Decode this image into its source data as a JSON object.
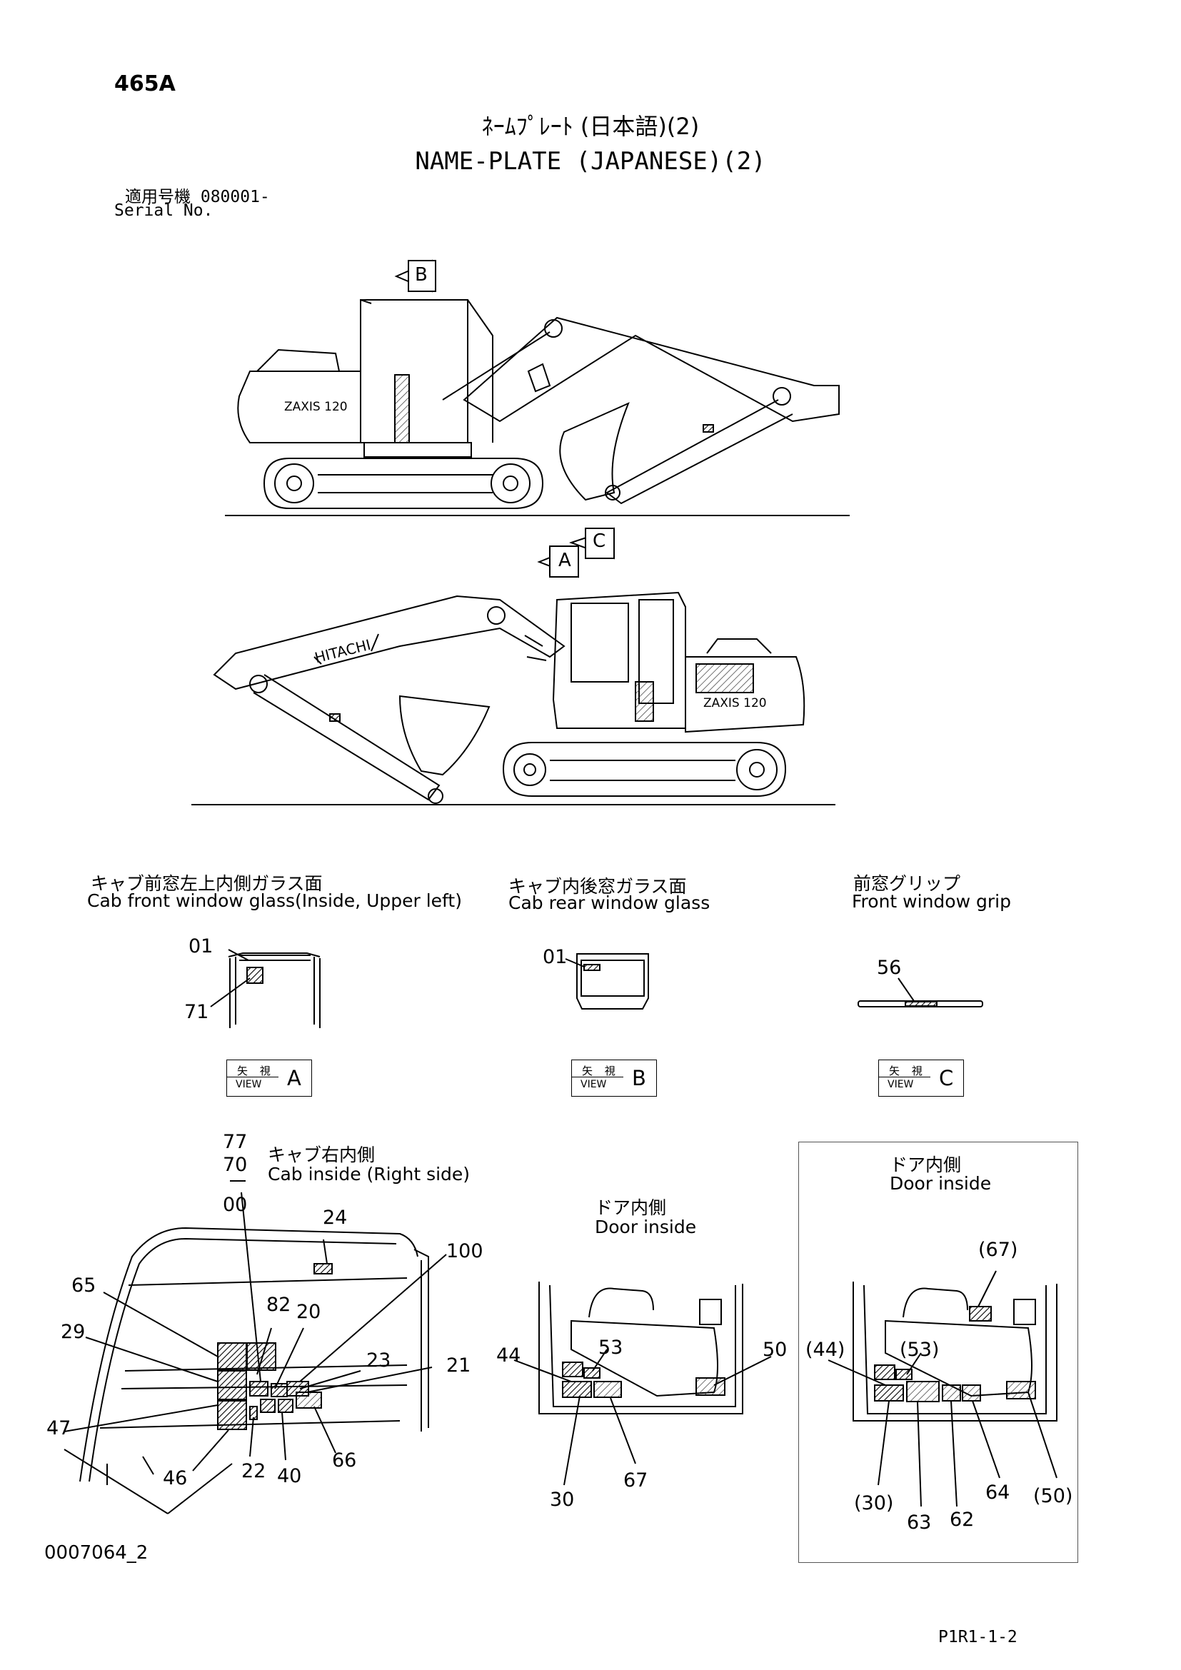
{
  "header": {
    "code": "465A",
    "title_jp": "ﾈｰﾑﾌﾟﾚｰﾄ (日本語)(2)",
    "title_en": "NAME-PLATE (JAPANESE)(2)",
    "serial_jp": "適用号機  080001-",
    "serial_en": "Serial No."
  },
  "excavator": {
    "view_arrows": [
      "B",
      "A",
      "C"
    ],
    "brand": "HITACHI",
    "model_badge": "ZAXIS 120"
  },
  "details": {
    "front_glass": {
      "jp": "キャブ前窓左上内側ガラス面",
      "en": "Cab front window glass(Inside, Upper left)",
      "labels": [
        "01",
        "71"
      ]
    },
    "rear_glass": {
      "jp": "キャブ内後窓ガラス面",
      "en": "Cab rear window glass",
      "labels": [
        "01"
      ]
    },
    "grip": {
      "jp": "前窓グリップ",
      "en": "Front window grip",
      "labels": [
        "56"
      ]
    }
  },
  "views": [
    {
      "jp": "矢 視",
      "en": "VIEW",
      "letter": "A"
    },
    {
      "jp": "矢 視",
      "en": "VIEW",
      "letter": "B"
    },
    {
      "jp": "矢 視",
      "en": "VIEW",
      "letter": "C"
    }
  ],
  "cab_inside": {
    "jp": "キャブ右内側",
    "en": "Cab inside (Right side)",
    "serials": [
      "77",
      "70",
      "00"
    ],
    "labels": [
      "24",
      "100",
      "65",
      "82",
      "20",
      "29",
      "23",
      "21",
      "47",
      "46",
      "22",
      "40",
      "66"
    ]
  },
  "door_inside_1": {
    "jp": "ドア内側",
    "en": "Door inside",
    "labels": [
      "53",
      "44",
      "50",
      "30",
      "67"
    ]
  },
  "door_inside_2": {
    "jp": "ドア内側",
    "en": "Door inside",
    "labels": [
      "(67)",
      "(53)",
      "(44)",
      "(30)",
      "63",
      "62",
      "64",
      "(50)"
    ]
  },
  "footer": {
    "drawing_code": "0007064_2",
    "page_code": "P1R1-1-2"
  }
}
